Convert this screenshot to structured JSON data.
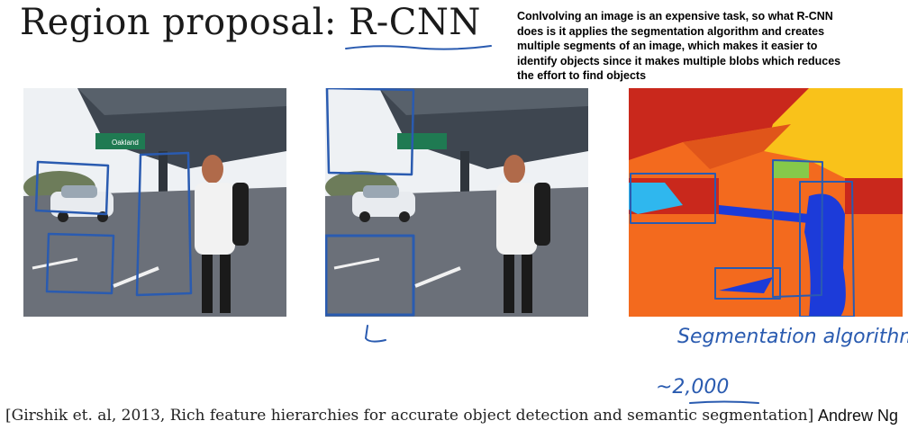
{
  "slide": {
    "title": "Region proposal: R-CNN",
    "note": "Conlvolving an image is an expensive task, so what R-CNN does is it applies the segmentation algorithm and creates multiple segments of an image, which makes it easier to identify objects since it makes multiple blobs which reduces the effort to find objects",
    "sign_text": "Oakland",
    "handwriting": {
      "segmentation_label": "Segmentation algorithm",
      "count_label": "~2,000"
    },
    "citation": "[Girshik et. al, 2013, Rich feature hierarchies for accurate object detection and semantic segmentation]",
    "author": "Andrew Ng"
  },
  "colors": {
    "ink": "#2a5bb0",
    "seg_orange": "#f36a1e",
    "seg_yellow": "#f9c21a",
    "seg_red": "#c9281c",
    "seg_blue": "#1c3bd9",
    "seg_cyan": "#2fb7ee",
    "seg_green": "#86c94a"
  }
}
